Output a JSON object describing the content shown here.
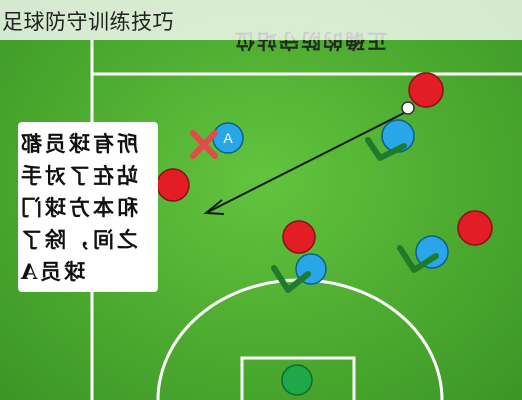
{
  "header": {
    "title": "足球防守训练技巧"
  },
  "diagram": {
    "banner_text": "正确的防守站位",
    "note_lines": [
      "所有球员都",
      "站在了对手",
      "和本方球门",
      "之间，除了",
      "球员A"
    ],
    "player_a_label": "A",
    "colors": {
      "pitch": "#4fb032",
      "line": "#ffffff",
      "attacker": "#e31d24",
      "defender": "#29a6e8",
      "goalkeeper": "#1ea84a",
      "check": "#2e9a3a",
      "cross": "#e24b4b"
    }
  }
}
